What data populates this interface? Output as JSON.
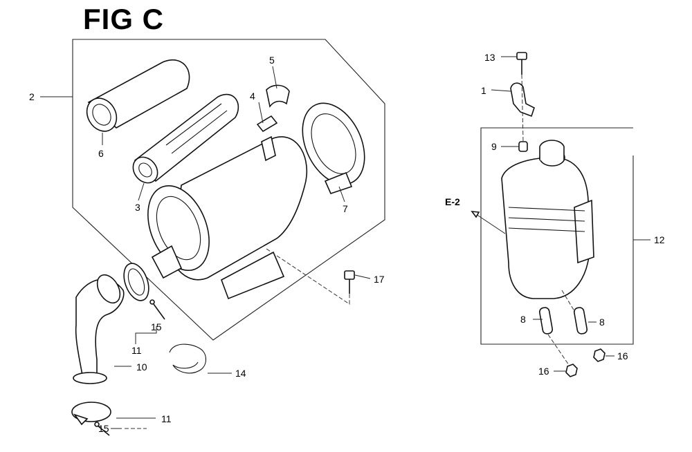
{
  "title": "FIG C",
  "callouts": {
    "c1": "1",
    "c2": "2",
    "c3": "3",
    "c4": "4",
    "c5": "5",
    "c6": "6",
    "c7": "7",
    "c8a": "8",
    "c8b": "8",
    "c9": "9",
    "c10": "10",
    "c11a": "11",
    "c11b": "11",
    "c12": "12",
    "c13": "13",
    "c14": "14",
    "c15a": "15",
    "c15b": "15",
    "c16a": "16",
    "c16b": "16",
    "c17": "17",
    "e2": "E-2"
  }
}
